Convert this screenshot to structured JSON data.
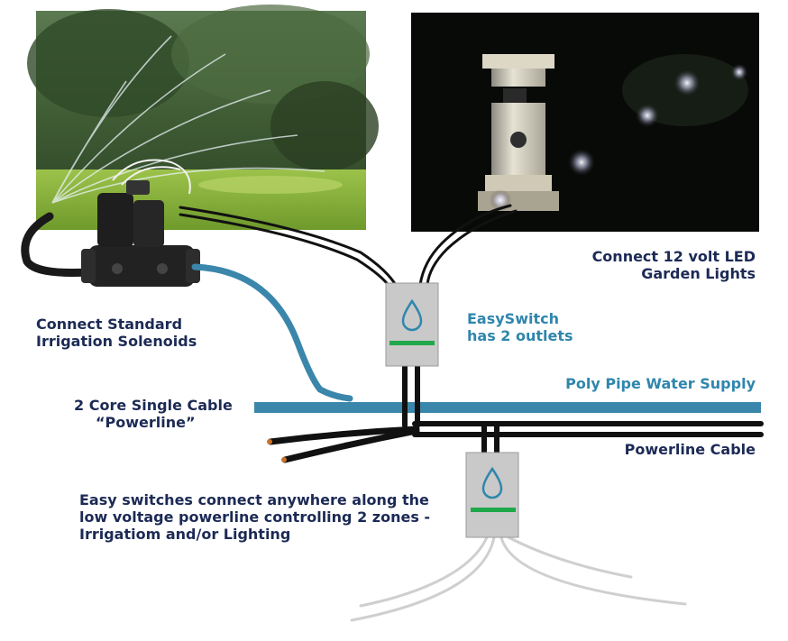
{
  "labels": {
    "led_lights": [
      "Connect 12 volt LED",
      "Garden Lights"
    ],
    "solenoids": [
      "Connect Standard",
      "Irrigation Solenoids"
    ],
    "easyswitch": [
      "EasySwitch",
      "has 2 outlets"
    ],
    "poly_pipe": "Poly Pipe Water Supply",
    "single_cable": [
      "2 Core Single Cable",
      "“Powerline”"
    ],
    "powerline_cable": "Powerline Cable",
    "note": [
      "Easy switches connect anywhere along the",
      "low voltage powerline controlling 2 zones -",
      "Irrigatiom and/or Lighting"
    ]
  },
  "colors": {
    "label_navy": "#1c2a55",
    "label_teal": "#2f86ad",
    "pipe": "#3b87ab",
    "cable": "#111111",
    "switch_body": "#c9c9c9",
    "switch_bar": "#1fa84a",
    "drop_icon": "#2f86ad"
  },
  "icons": [
    "water-drop-icon"
  ]
}
